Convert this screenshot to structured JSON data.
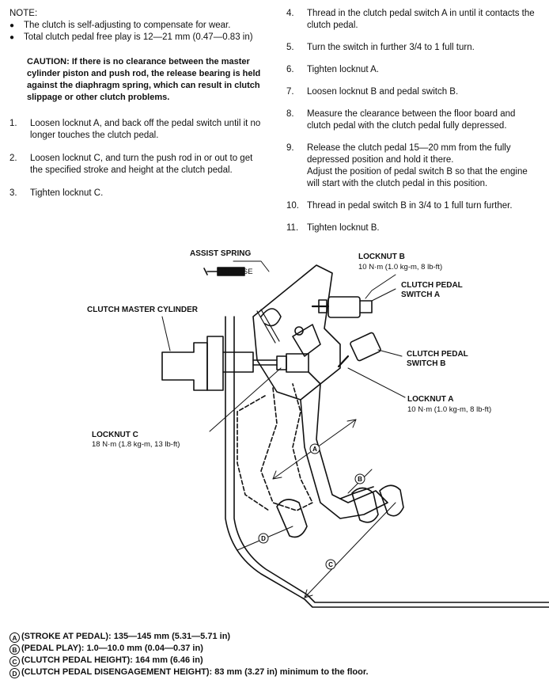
{
  "note": {
    "title": "NOTE:",
    "bullets": [
      "The clutch is self-adjusting to compensate for wear.",
      "Total clutch pedal free play is 12—21 mm (0.47—0.83 in)"
    ],
    "caution": "CAUTION: If there is no clearance between the master cylinder piston and push rod, the release bearing is held against the diaphragm spring, which can result in clutch slippage or other clutch problems."
  },
  "steps_left": [
    {
      "num": "1.",
      "text": "Loosen locknut A, and back off the pedal switch until it no longer touches the clutch pedal."
    },
    {
      "num": "2.",
      "text": "Loosen locknut C, and turn the push rod in or out to get the specified stroke and height at the clutch pedal."
    },
    {
      "num": "3.",
      "text": "Tighten locknut C."
    }
  ],
  "steps_right": [
    {
      "num": "4.",
      "text": "Thread in the clutch pedal switch A in until it contacts the clutch pedal."
    },
    {
      "num": "5.",
      "text": "Turn the switch in further 3/4 to 1 full turn."
    },
    {
      "num": "6.",
      "text": "Tighten locknut A."
    },
    {
      "num": "7.",
      "text": "Loosen locknut B and pedal switch B."
    },
    {
      "num": "8.",
      "text": "Measure the clearance between the floor board and clutch pedal with the clutch pedal fully depressed."
    },
    {
      "num": "9.",
      "text": "Release the clutch pedal 15—20 mm from the fully depressed position and hold it there.",
      "text2": "Adjust the position of pedal switch B so that the engine will start with the clutch pedal in this position."
    },
    {
      "num": "10.",
      "text": "Thread in pedal switch B in 3/4 to 1 full turn further."
    },
    {
      "num": "11.",
      "text": "Tighten locknut B."
    }
  ],
  "diagram": {
    "assist_spring": "ASSIST SPRING",
    "grease": "GREASE",
    "locknut_b": "LOCKNUT B",
    "locknut_b_torque": "10 N·m (1.0 kg-m, 8 lb-ft)",
    "switch_a_1": "CLUTCH PEDAL",
    "switch_a_2": "SWITCH A",
    "master_cylinder": "CLUTCH MASTER CYLINDER",
    "switch_b_1": "CLUTCH PEDAL",
    "switch_b_2": "SWITCH B",
    "locknut_a": "LOCKNUT A",
    "locknut_a_torque": "10 N·m (1.0 kg-m, 8 lb-ft)",
    "locknut_c": "LOCKNUT C",
    "locknut_c_torque": "18 N·m (1.8 kg-m, 13 lb-ft)",
    "mark_a": "A",
    "mark_b": "B",
    "mark_c": "C",
    "mark_d": "D"
  },
  "legend": [
    {
      "mark": "A",
      "text": "(STROKE AT PEDAL): 135—145 mm (5.31—5.71 in)"
    },
    {
      "mark": "B",
      "text": "(PEDAL PLAY): 1.0—10.0 mm (0.04—0.37 in)"
    },
    {
      "mark": "C",
      "text": "(CLUTCH PEDAL HEIGHT): 164 mm (6.46 in)"
    },
    {
      "mark": "D",
      "text": "(CLUTCH PEDAL DISENGAGEMENT HEIGHT): 83 mm (3.27 in) minimum to the floor."
    }
  ]
}
